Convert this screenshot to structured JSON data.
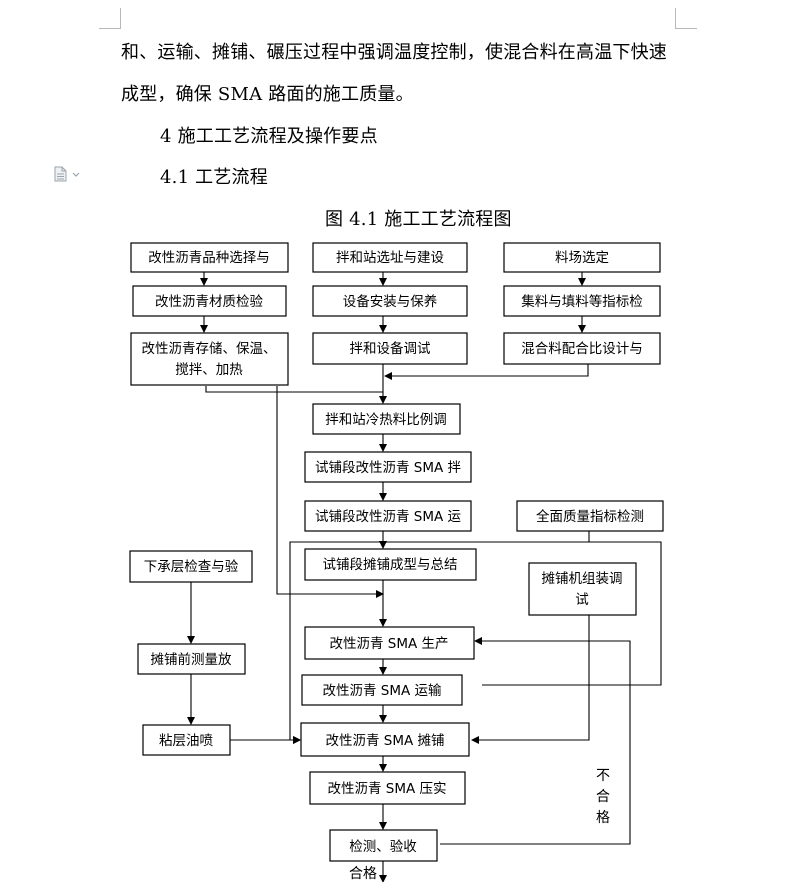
{
  "paragraphs": {
    "p1": "和、运输、摊铺、碾压过程中强调温度控制，使混合料在高温下快速",
    "p2": "成型，确保 SMA 路面的施工质量。",
    "heading_4": "4 施工工艺流程及操作要点",
    "heading_4_1": "4.1 工艺流程",
    "figure_title": "图 4.1 施工工艺流程图"
  },
  "flowchart": {
    "boxes": {
      "b1": "改性沥青品种选择与",
      "b2": "改性沥青材质检验",
      "b3a": "改性沥青存储、保温、",
      "b3b": "搅拌、加热",
      "c1": "拌和站选址与建设",
      "c2": "设备安装与保养",
      "c3": "拌和设备调试",
      "d1": "料场选定",
      "d2": "集料与填料等指标检",
      "d3": "混合料配合比设计与",
      "m1": "拌和站冷热料比例调",
      "m2": "试铺段改性沥青 SMA 拌",
      "m3": "试铺段改性沥青 SMA 运",
      "q1": "全面质量指标检测",
      "m4": "试铺段摊铺成型与总结",
      "pa": "摊铺机组装调",
      "pb": "试",
      "l1": "下承层检查与验",
      "l2": "摊铺前测量放",
      "l3": "粘层油喷",
      "m5": "改性沥青 SMA 生产",
      "m6": "改性沥青 SMA 运输",
      "m7": "改性沥青 SMA 摊铺",
      "m8": "改性沥青 SMA 压实",
      "m9": "检测、验收"
    },
    "labels": {
      "fail_1": "不",
      "fail_2": "合",
      "fail_3": "格",
      "pass": "合格"
    }
  },
  "icons": {
    "doc": "document-icon",
    "dropdown": "chevron-down-icon"
  },
  "colors": {
    "icon": "#9aa3ad",
    "crop_marks": "#b8b8b8"
  }
}
